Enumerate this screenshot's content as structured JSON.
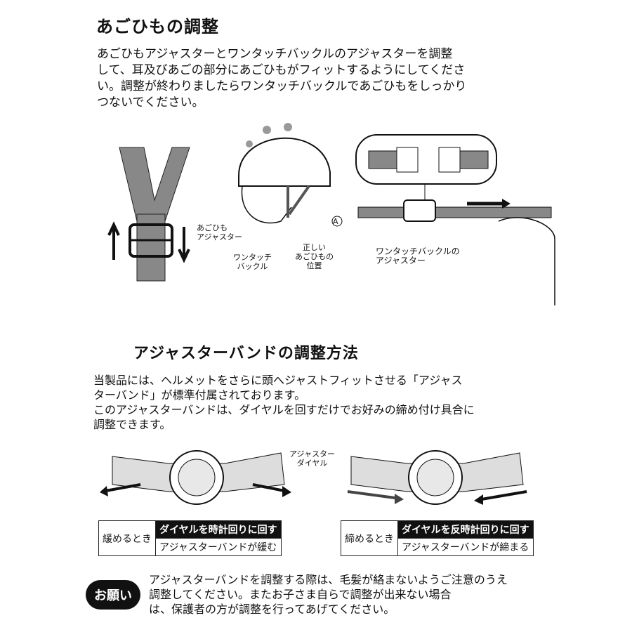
{
  "section1": {
    "title": "あごひもの調整",
    "body": "あごひもアジャスターとワンタッチバックルのアジャスターを調整\nして、耳及びあごの部分にあごひもがフィットするようにしてくださ\nい。調整が終わりましたらワンタッチバックルであごひもをしっかり\nつないでください。",
    "labels": {
      "chin_adjuster": "あごひも\nアジャスター",
      "one_touch_buckle": "ワンタッチ\nバックル",
      "correct_position": "正しい\nあごひもの\n位置",
      "marker_a": "A",
      "buckle_adjuster": "ワンタッチバックルの\nアジャスター"
    }
  },
  "section2": {
    "title": "アジャスターバンドの調整方法",
    "body": "当製品には、ヘルメットをさらに頭へジャストフィットさせる「アジャス\nターバンド」が標準付属されております。\nこのアジャスターバンドは、ダイヤルを回すだけでお好みの締め付け具合に\n調整できます。",
    "dial_label": "アジャスター\nダイヤル",
    "loosen": {
      "when": "緩めるとき",
      "action": "ダイヤルを時計回りに回す",
      "result": "アジャスターバンドが緩む"
    },
    "tighten": {
      "when": "締めるとき",
      "action": "ダイヤルを反時計回りに回す",
      "result": "アジャスターバンドが締まる"
    }
  },
  "notice": {
    "badge": "お願い",
    "body": "アジャスターバンドを調整する際は、毛髪が絡まないようご注意のうえ\n調整してください。またお子さま自らで調整が出来ない場合\nは、保護者の方が調整を行ってあげてください。"
  }
}
